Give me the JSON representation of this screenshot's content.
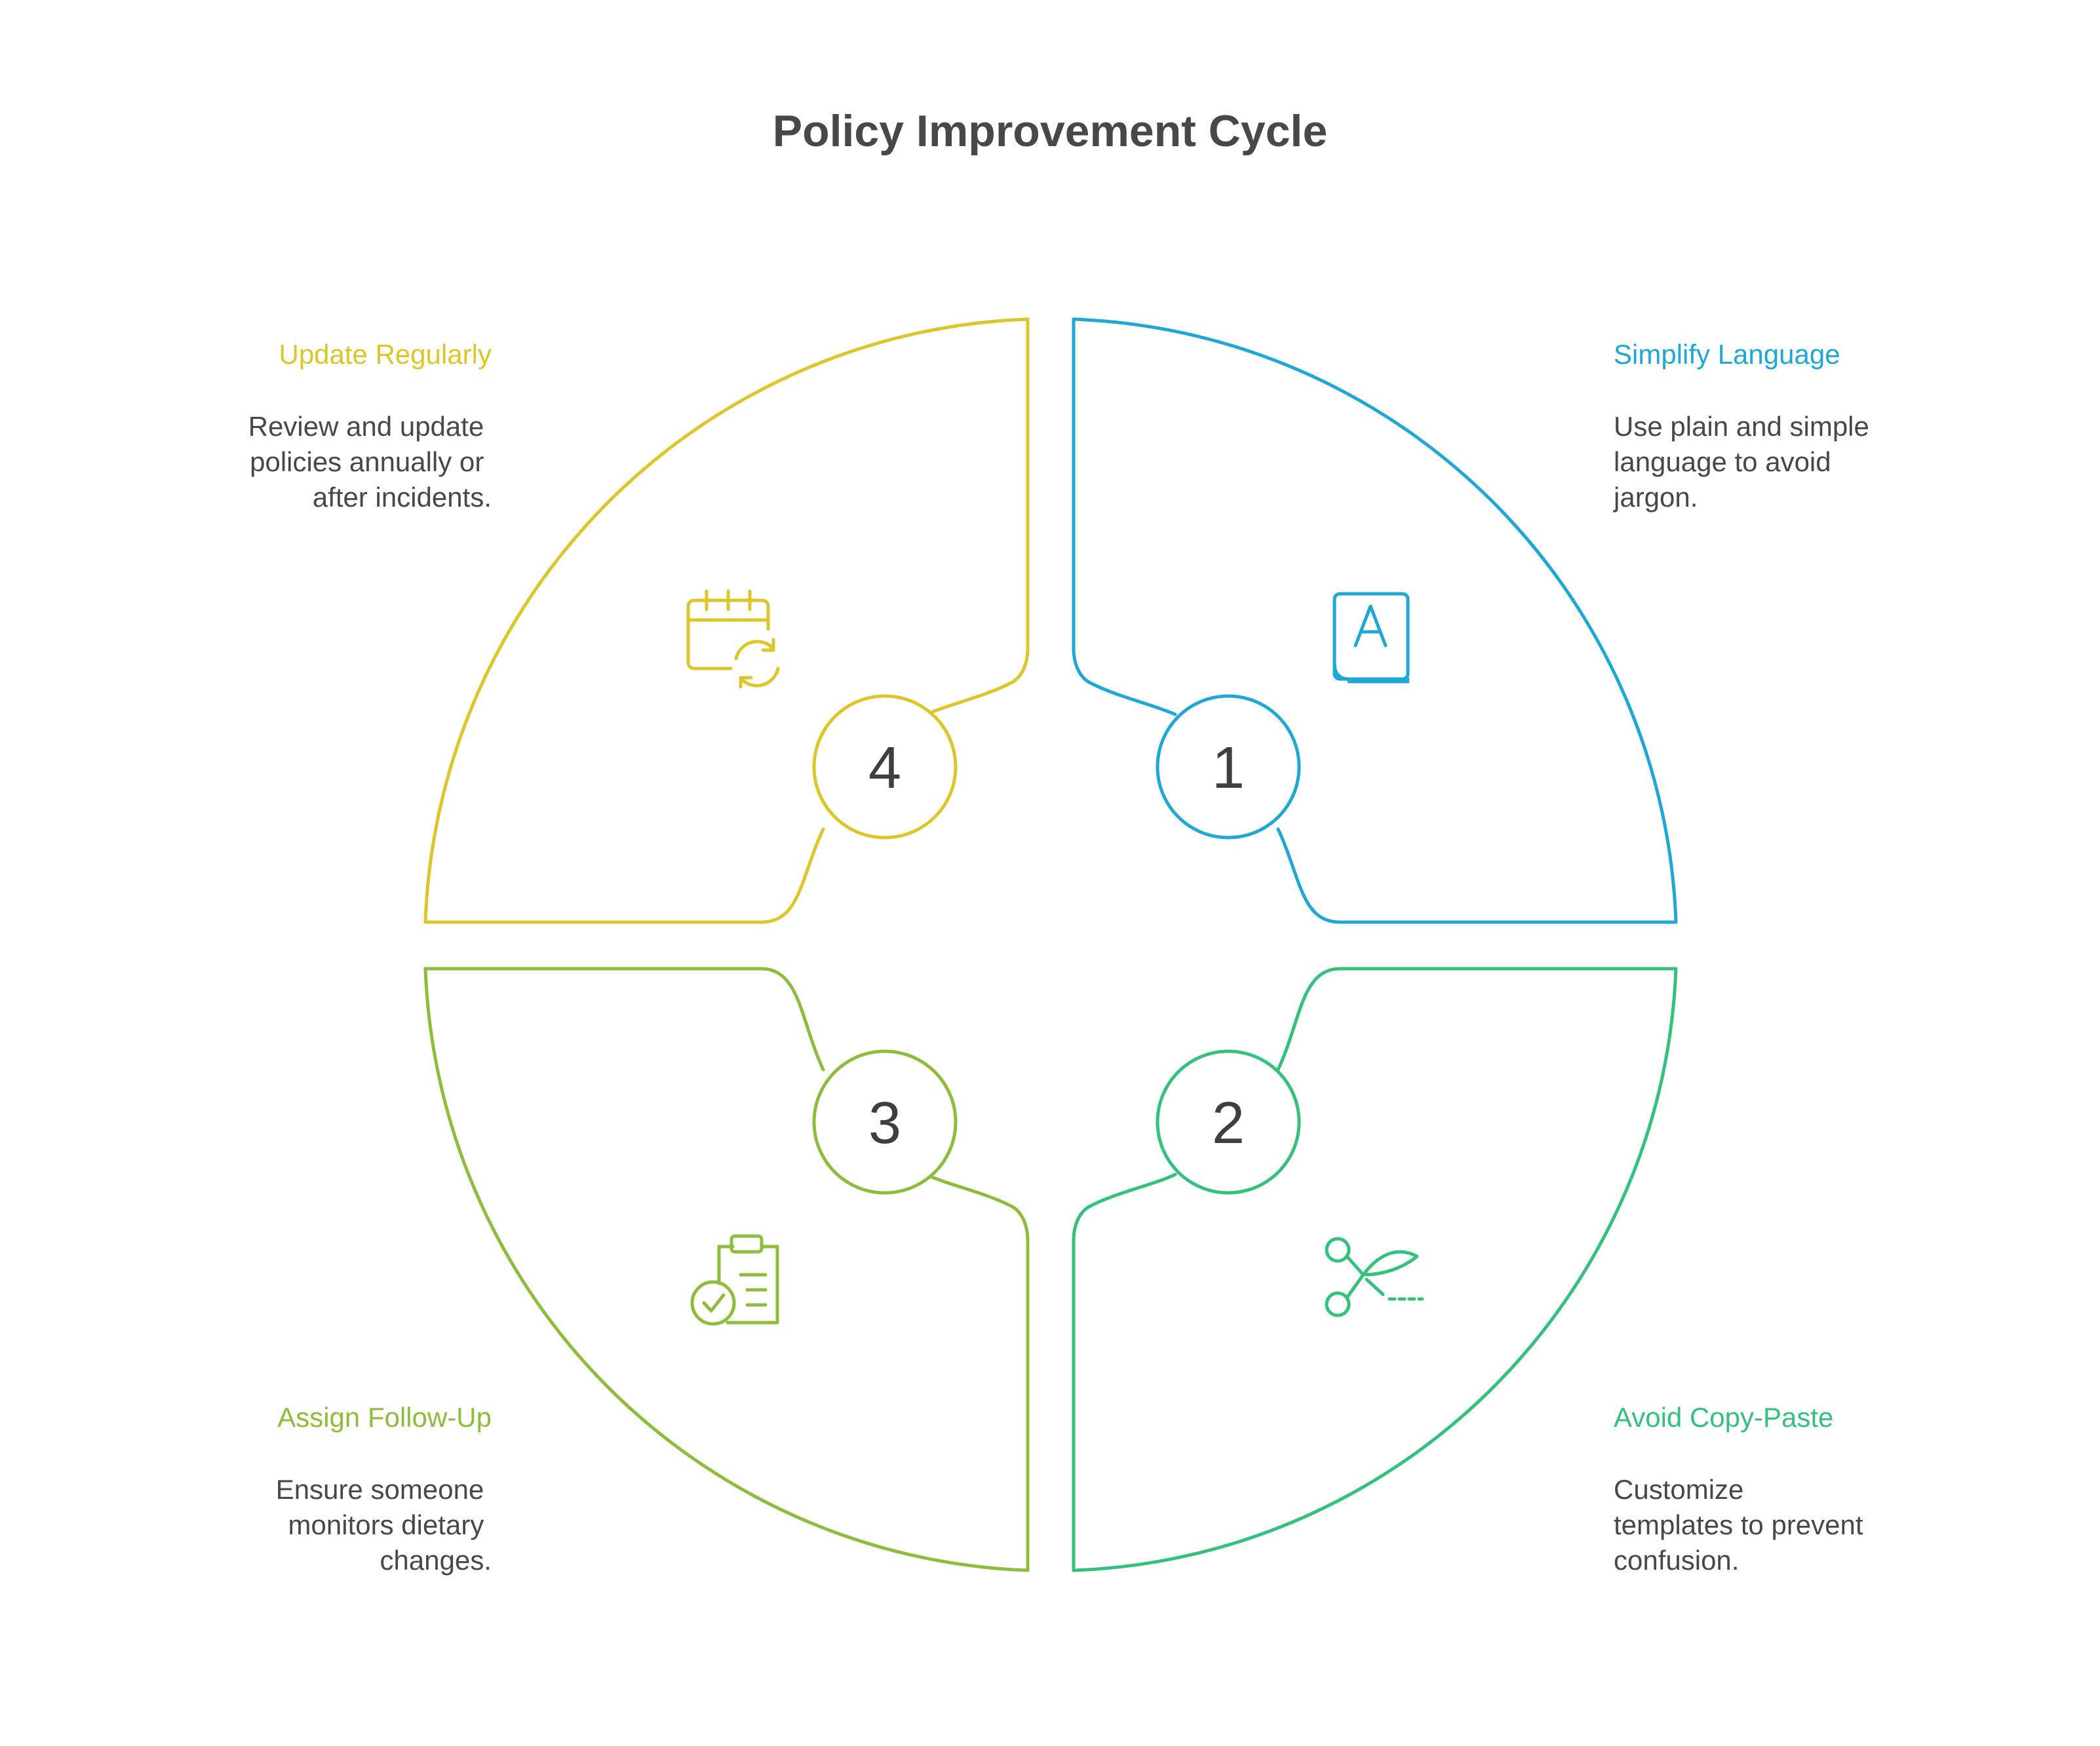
{
  "title": "Policy Improvement Cycle",
  "colors": {
    "step1": "#1fa7d6",
    "step2": "#34c07d",
    "step3": "#8ebc3c",
    "step4": "#dcc62a",
    "text": "#484848"
  },
  "steps": [
    {
      "number": "1",
      "title": "Simplify Language",
      "description": [
        "Use plain and simple",
        "language to avoid",
        "jargon."
      ],
      "icon": "book-letter-a-icon"
    },
    {
      "number": "2",
      "title": "Avoid Copy-Paste",
      "description": [
        "Customize",
        "templates to prevent",
        "confusion."
      ],
      "icon": "scissors-cut-icon"
    },
    {
      "number": "3",
      "title": "Assign Follow-Up",
      "description": [
        "Ensure someone",
        "monitors dietary",
        "changes."
      ],
      "icon": "clipboard-check-icon"
    },
    {
      "number": "4",
      "title": "Update Regularly",
      "description": [
        "Review and update",
        "policies annually or",
        "after incidents."
      ],
      "icon": "calendar-refresh-icon"
    }
  ]
}
